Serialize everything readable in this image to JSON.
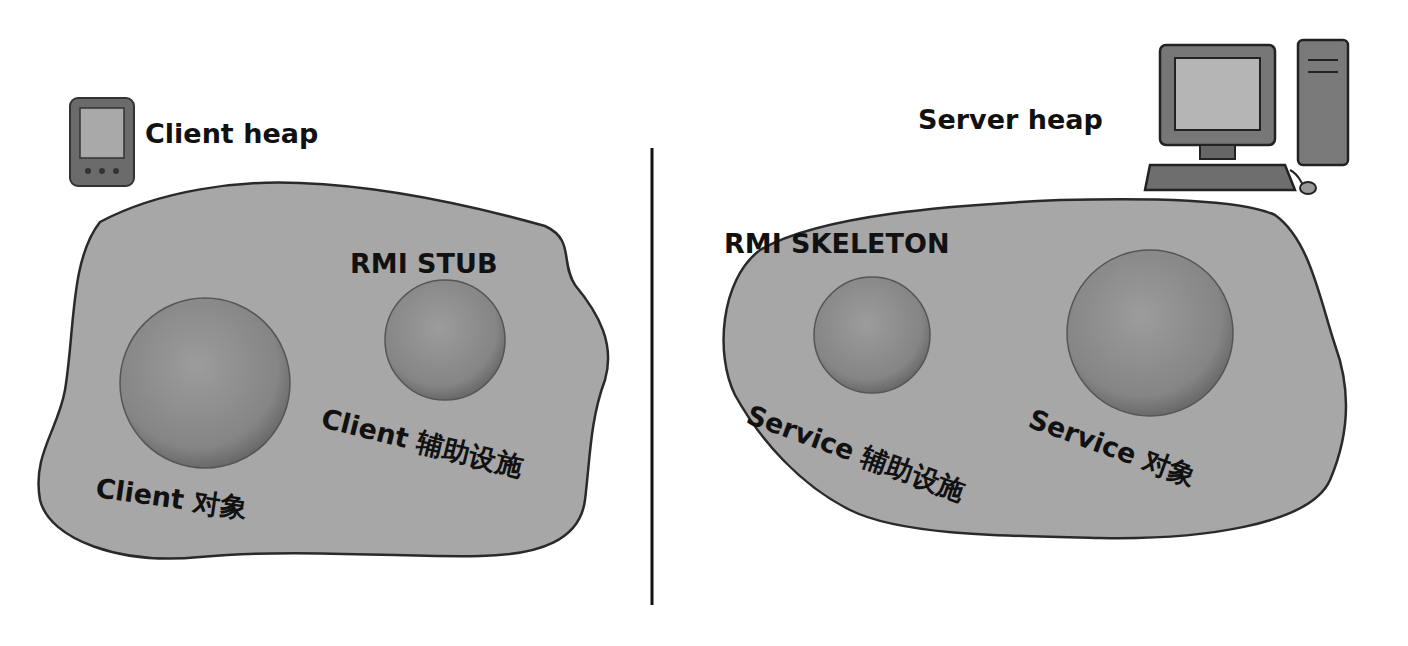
{
  "diagram": {
    "nodes": [
      {
        "text": [
          "Client heap"
        ]
      },
      {
        "text": [
          "Client 对象"
        ],
        "in": 0
      },
      {
        "text": [
          "RMI STUB",
          "Client 辅助设施"
        ],
        "in": 0
      },
      {
        "text": [
          "Server heap"
        ]
      },
      {
        "text": [
          "RMI SKELETON",
          "Service 辅助设施"
        ],
        "in": 3
      },
      {
        "text": [
          "Service 对象"
        ],
        "in": 3
      }
    ]
  }
}
